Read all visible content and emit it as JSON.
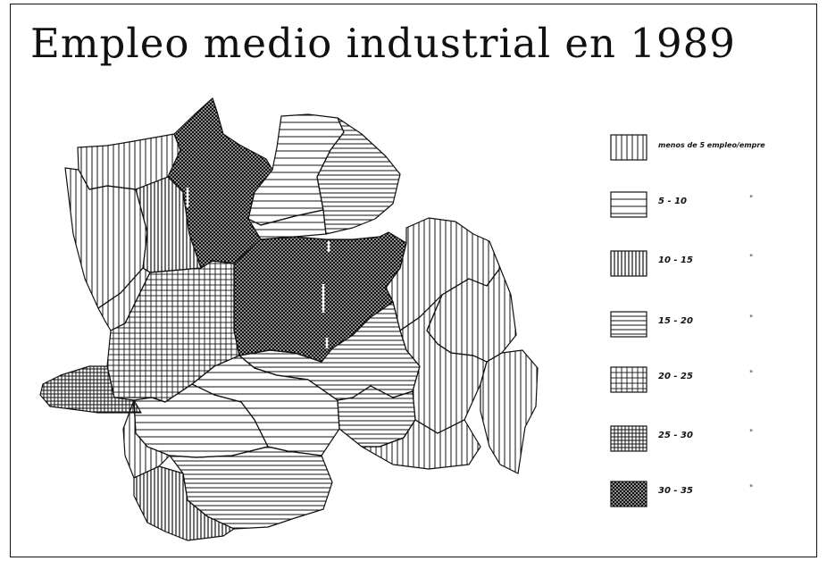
{
  "title": "Empleo medio industrial en 1989",
  "legend": {
    "ditto_mark": "\"",
    "items": [
      {
        "label": "menos de 5 empleo/empre",
        "pattern": "vertical-wide"
      },
      {
        "label": "5 - 10",
        "pattern": "horizontal-wide"
      },
      {
        "label": "10 - 15",
        "pattern": "vertical-dense"
      },
      {
        "label": "15 - 20",
        "pattern": "horizontal-dense"
      },
      {
        "label": "20 - 25",
        "pattern": "grid-wide"
      },
      {
        "label": "25 - 30",
        "pattern": "grid-dense"
      },
      {
        "label": "30 - 35",
        "pattern": "crosshatch-dark"
      }
    ]
  },
  "colors": {
    "ink": "#111111",
    "background": "#ffffff"
  }
}
